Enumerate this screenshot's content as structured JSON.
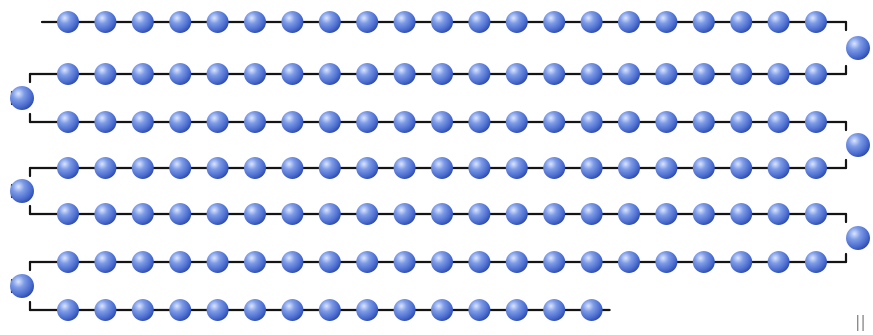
{
  "figure": {
    "description_colors": {
      "background": "#ffffff",
      "backbone": "#141414",
      "bead_fill": "#5a7fd8",
      "bead_highlight": "#cfdcff",
      "bead_shade": "#2b4bb0"
    },
    "rows": [
      {
        "beads": 21,
        "direction": "left-to-right"
      },
      {
        "beads": 21,
        "direction": "right-to-left"
      },
      {
        "beads": 21,
        "direction": "left-to-right"
      },
      {
        "beads": 21,
        "direction": "right-to-left"
      },
      {
        "beads": 21,
        "direction": "left-to-right"
      },
      {
        "beads": 21,
        "direction": "right-to-left"
      },
      {
        "beads": 15,
        "direction": "left-to-right"
      }
    ],
    "turn_beads": 6,
    "total_beads": 147
  },
  "corner_mark": "||"
}
